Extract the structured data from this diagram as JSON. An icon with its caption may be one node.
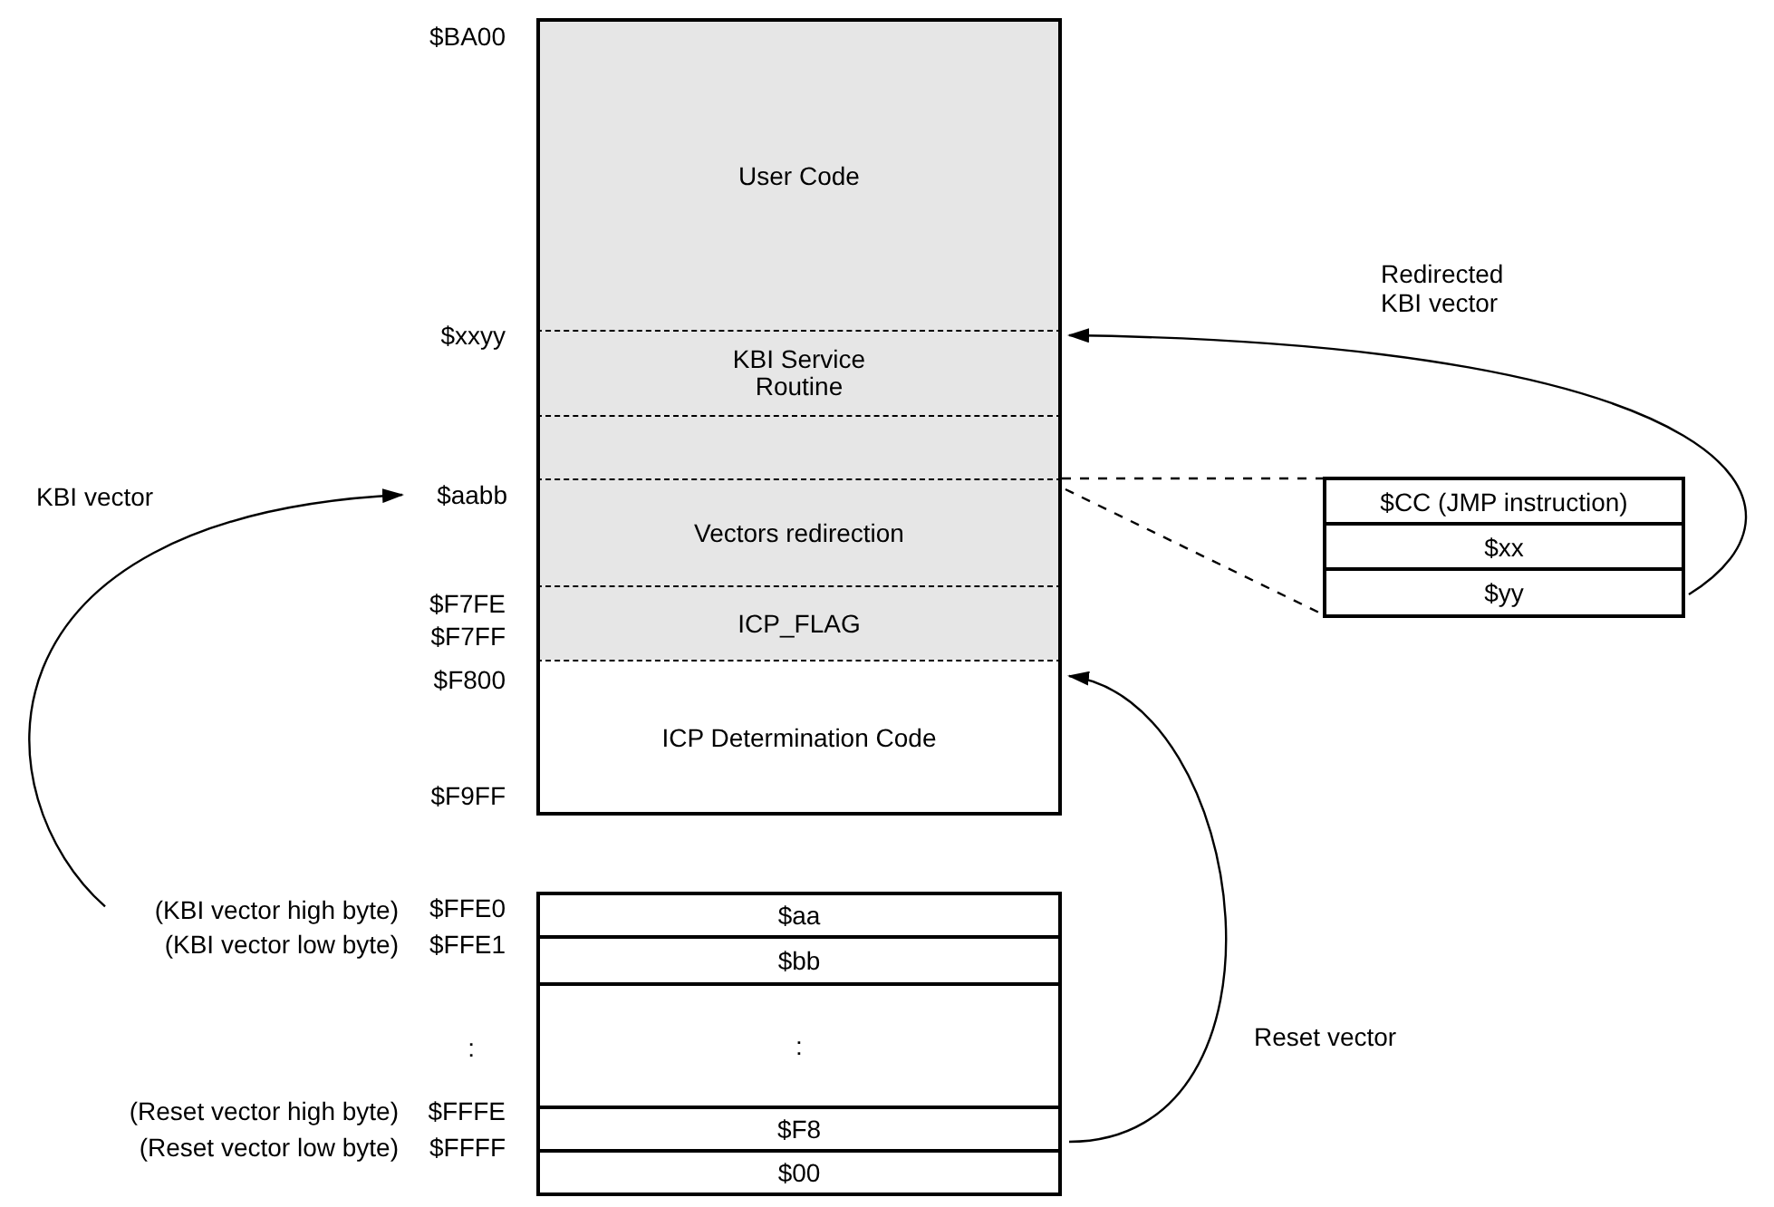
{
  "diagram": {
    "nodes": [
      {
        "text": [
          "User Code"
        ]
      },
      {
        "text": [
          "KBI Service Routine"
        ]
      },
      {
        "text": [],
        "shape": "box"
      },
      {
        "text": [
          "Vectors redirection"
        ]
      },
      {
        "text": [
          "ICP_FLAG"
        ]
      },
      {
        "text": [
          "ICP Determination Code"
        ]
      },
      {
        "text": [
          "$CC (JMP instruction)"
        ]
      },
      {
        "text": [
          "$xx"
        ]
      },
      {
        "text": [
          "$yy"
        ]
      },
      {
        "text": [
          "$aa"
        ]
      },
      {
        "text": [
          "$bb"
        ]
      },
      {
        "text": [
          ":"
        ]
      },
      {
        "text": [
          "$F8"
        ]
      },
      {
        "text": [
          "$00"
        ]
      },
      {
        "text": [
          "(KBI vector high byte)"
        ]
      },
      {
        "text": [
          "$aabb"
        ]
      }
    ],
    "edges": [
      {
        "from": 14,
        "to": 15,
        "arrow": "to",
        "label": "KBI vector"
      },
      {
        "from": 8,
        "to": 1,
        "arrow": "to",
        "label": "Redirected KBI vector"
      },
      {
        "from": 12,
        "to": 5,
        "arrow": "to",
        "label": "Reset vector"
      },
      {
        "from": 3,
        "to": 6,
        "arrow": "none",
        "style": "dashed"
      },
      {
        "from": 3,
        "to": 8,
        "arrow": "none",
        "style": "dashed"
      }
    ],
    "labels": [
      "$BA00",
      "$xxyy",
      "$F7FE",
      "$F7FF",
      "$F800",
      "$F9FF",
      "$FFE0",
      "(KBI vector low byte)",
      "$FFE1",
      ":",
      "(Reset vector high byte)",
      "$FFFE",
      "(Reset vector low byte)",
      "$FFFF"
    ]
  }
}
